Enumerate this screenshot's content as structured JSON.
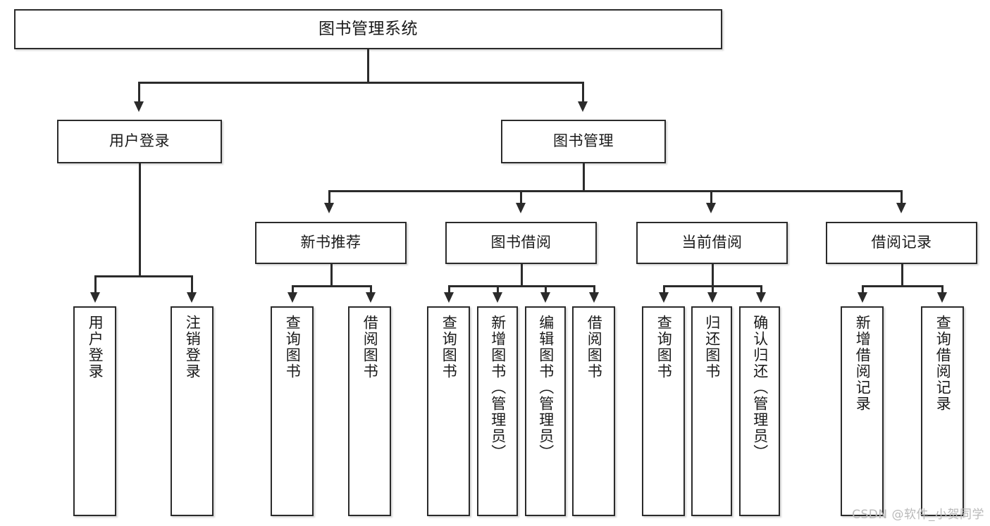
{
  "diagram": {
    "title": "图书管理系统",
    "type": "功能结构图",
    "watermark": "CSDN @软件_小贺同学",
    "colors": {
      "border": "#2b2b2b",
      "background": "#ffffff",
      "text": "#1a1a1a",
      "watermark": "#b9b9b9"
    },
    "nodes": {
      "root": {
        "label": "图书管理系统"
      },
      "level2": [
        {
          "label": "用户登录"
        },
        {
          "label": "图书管理"
        }
      ],
      "level3": [
        {
          "label": "新书推荐"
        },
        {
          "label": "图书借阅"
        },
        {
          "label": "当前借阅"
        },
        {
          "label": "借阅记录"
        }
      ],
      "leaves": {
        "user_login": [
          {
            "label": "用户登录"
          },
          {
            "label": "注销登录"
          }
        ],
        "new_book_recommend": [
          {
            "label": "查询图书"
          },
          {
            "label": "借阅图书"
          }
        ],
        "book_borrow": [
          {
            "label": "查询图书"
          },
          {
            "label": "新增图书（管理员）"
          },
          {
            "label": "编辑图书（管理员）"
          },
          {
            "label": "借阅图书"
          }
        ],
        "current_borrow": [
          {
            "label": "查询图书"
          },
          {
            "label": "归还图书"
          },
          {
            "label": "确认归还（管理员）"
          }
        ],
        "borrow_record": [
          {
            "label": "新增借阅记录"
          },
          {
            "label": "查询借阅记录"
          }
        ]
      }
    }
  }
}
